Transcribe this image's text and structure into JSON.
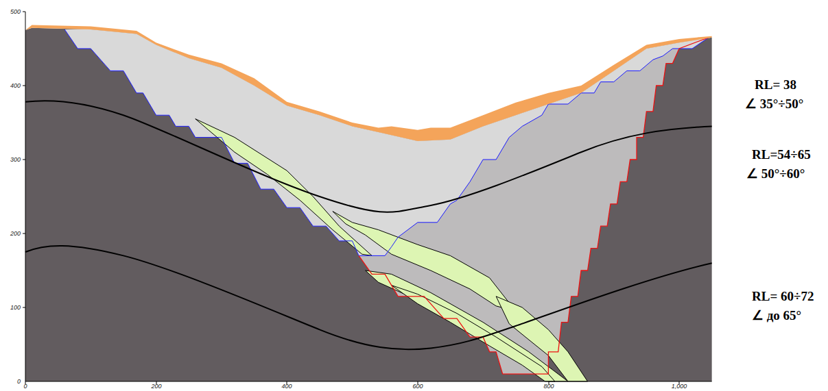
{
  "diagram": {
    "labels": [
      "0",
      "200",
      "400",
      "600",
      "800",
      "1,000",
      "0",
      "100",
      "200",
      "300",
      "400",
      "500",
      "RL= 38",
      "∠ 35°÷50°",
      "RL=54÷65",
      "∠ 50°÷60°",
      "RL= 60÷72",
      "∠ до 65°"
    ]
  }
}
